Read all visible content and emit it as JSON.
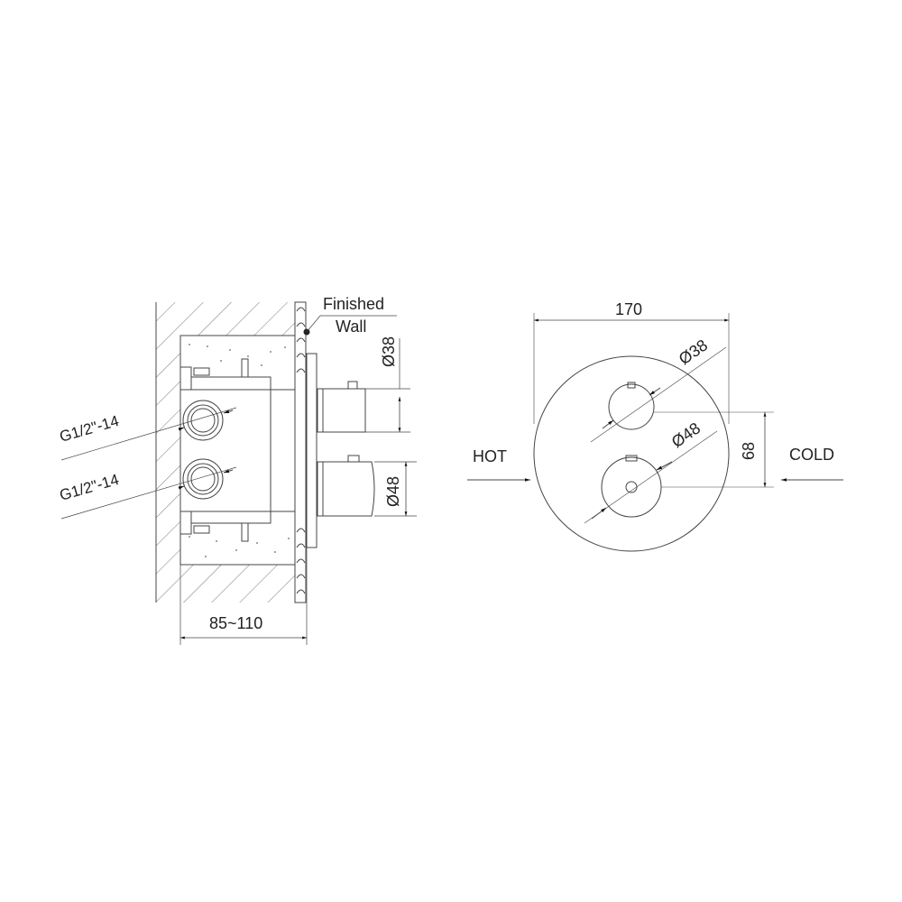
{
  "side_view": {
    "finished_wall_label": [
      "Finished",
      "Wall"
    ],
    "inlet_top_label": "G1/2\"-14",
    "inlet_bottom_label": "G1/2\"-14",
    "dim_small_knob": "Ø38",
    "dim_large_knob": "Ø48",
    "dim_depth": "85~110"
  },
  "front_view": {
    "dim_plate_width": "170",
    "dim_small_knob": "Ø38",
    "dim_large_knob": "Ø48",
    "dim_knob_spacing": "68",
    "hot_label": "HOT",
    "cold_label": "COLD"
  },
  "colors": {
    "line": "#333333",
    "background": "#ffffff"
  }
}
